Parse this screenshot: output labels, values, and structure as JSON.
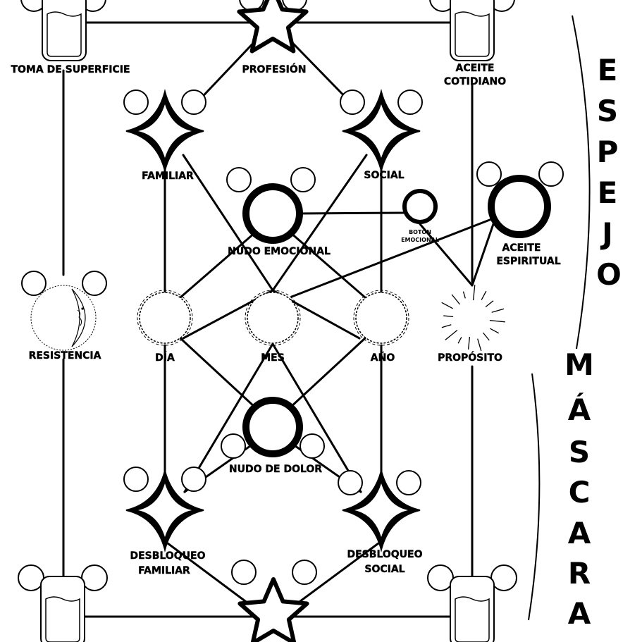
{
  "colors": {
    "ink": "#000000",
    "paper": "#ffffff"
  },
  "nodes": {
    "toma": "TOMA DE SUPERFICIE",
    "profesion": "PROFESIÓN",
    "aceite_cotidiano": [
      "ACEITE",
      "COTIDIANO"
    ],
    "familiar": "FAMILIAR",
    "social": "SOCIAL",
    "nudo_emocional": "NUDO EMOCIONAL",
    "boton_emocional": [
      "BOTÓN",
      "EMOCIONAL"
    ],
    "aceite_espiritual": [
      "ACEITE",
      "ESPIRITUAL"
    ],
    "resistencia": "RESISTENCIA",
    "dia": "DÍA",
    "mes": "MES",
    "anio": "AÑO",
    "proposito": "PROPÓSITO",
    "nudo_dolor": "NUDO DE DOLOR",
    "desbloqueo_familiar": [
      "DESBLOQUEO",
      "FAMILIAR"
    ],
    "desbloqueo_social": [
      "DESBLOQUEO",
      "SOCIAL"
    ]
  },
  "side": {
    "espejo": [
      "E",
      "S",
      "P",
      "E",
      "J",
      "O"
    ],
    "mascara": [
      "M",
      "Á",
      "S",
      "C",
      "A",
      "R",
      "A"
    ]
  },
  "icons": {
    "corner_jar": "jar-icon",
    "star": "star-icon",
    "diamond": "diamond-icon",
    "ring": "ring-icon",
    "dashed_circle": "dashed-circle-icon",
    "moon": "moon-icon",
    "sun": "sun-rays-icon",
    "ear": "ear-circle-icon"
  }
}
